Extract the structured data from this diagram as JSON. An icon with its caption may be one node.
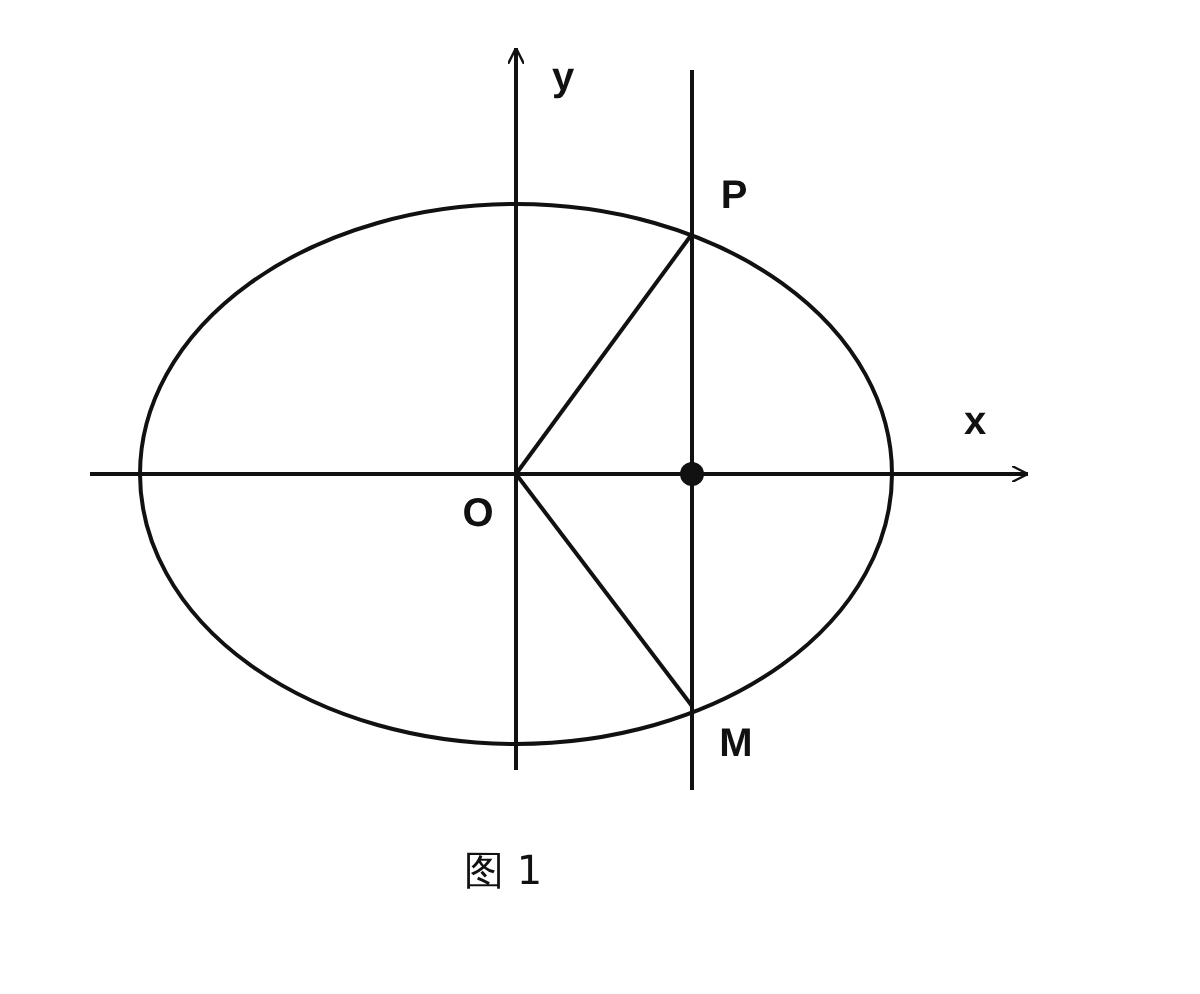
{
  "diagram": {
    "caption": "图 1",
    "nodes": [
      {
        "text": [
          "O"
        ]
      },
      {
        "text": [
          "P"
        ]
      },
      {
        "text": [
          "M"
        ]
      },
      {
        "text": [],
        "shape": "circle"
      }
    ],
    "edges": [
      {
        "from": 0,
        "to": 1,
        "arrow": "none"
      },
      {
        "from": 0,
        "to": 2,
        "arrow": "none"
      }
    ],
    "labels": [
      "y",
      "x"
    ]
  }
}
